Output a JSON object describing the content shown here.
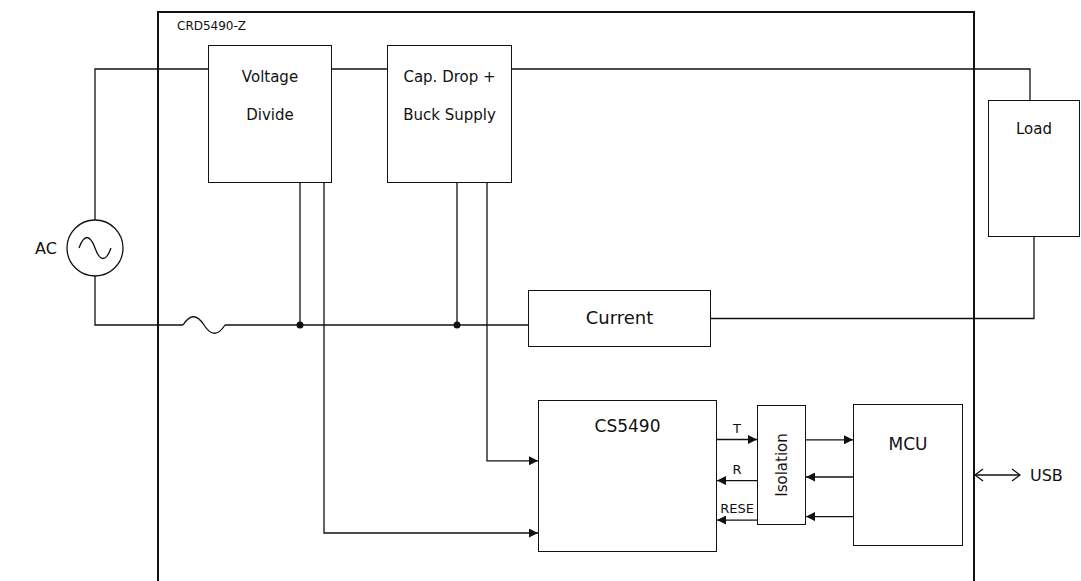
{
  "diagram": {
    "nodes": [
      {
        "text": [
          "CRD5490-Z"
        ]
      },
      {
        "text": [
          "Voltage Divide"
        ],
        "in": 0
      },
      {
        "text": [
          "Cap. Drop + Buck Supply"
        ],
        "in": 0
      },
      {
        "text": [
          "Load"
        ]
      },
      {
        "text": [
          "Current"
        ],
        "in": 0
      },
      {
        "text": [
          "CS5490"
        ],
        "in": 0
      },
      {
        "text": [
          "Isolation"
        ],
        "in": 0
      },
      {
        "text": [
          "MCU"
        ],
        "in": 0
      }
    ],
    "edges": [
      {
        "from": 5,
        "to": 6,
        "label": "T",
        "arrow": "to"
      },
      {
        "from": 6,
        "to": 5,
        "label": "R",
        "arrow": "to"
      },
      {
        "from": 6,
        "to": 5,
        "label": "RESE",
        "arrow": "to"
      },
      {
        "from": 6,
        "to": 7,
        "arrow": "to"
      },
      {
        "from": 7,
        "to": 6,
        "arrow": "to"
      },
      {
        "from": 7,
        "to": 6,
        "arrow": "to"
      },
      {
        "from": 1,
        "to": 5,
        "arrow": "to"
      },
      {
        "from": 2,
        "to": 5,
        "arrow": "to"
      },
      {
        "from": 4,
        "to": 3,
        "arrow": "none"
      }
    ],
    "labels": [
      "AC",
      "USB"
    ]
  }
}
